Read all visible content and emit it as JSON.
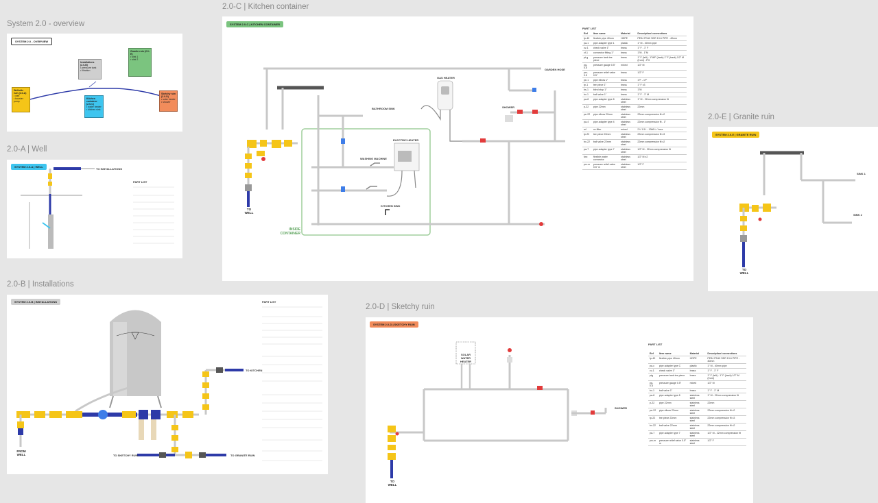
{
  "frames": {
    "overview": {
      "title": "System 2.0 - overview",
      "tag": "SYSTEM 2.0 - OVERVIEW",
      "nodes": {
        "wellside": {
          "title": "Wellside ruin (2.0-A)",
          "items": [
            "• well",
            "• booster pump",
            "• 1” line"
          ]
        },
        "installations": {
          "title": "Installations (2.0-B)",
          "items": [
            "• pressure tank",
            "• filtration",
            "• 1” line"
          ]
        },
        "kitchen": {
          "title": "Kitchen container (2.0-C)",
          "items": [
            "• water heater",
            "• kitchen sink",
            "• shower"
          ]
        },
        "sketchy": {
          "title": "Sketchy ruin (2.0-D)",
          "items": [
            "• solar heater",
            "• shower"
          ]
        },
        "granite": {
          "title": "Granite ruin (2.0-E)",
          "items": [
            "• sink 1",
            "• sink 2"
          ]
        }
      }
    },
    "well": {
      "title": "2.0-A | Well",
      "tag": "SYSTEM 2.0-A | WELL",
      "to_label": "TO INSTALLATIONS",
      "part_list_title": "PART LIST"
    },
    "installations": {
      "title": "2.0-B | Installations",
      "tag": "SYSTEM 2.0-B | INSTALLATIONS",
      "from_well": "FROM WELL",
      "to_kitchen": "TO KITCHEN",
      "to_sketchy": "TO SKETCHY RUIN",
      "to_granite": "TO GRANITE RUIN",
      "part_list_title": "PART LIST"
    },
    "kitchen": {
      "title": "2.0-C | Kitchen container",
      "tag": "SYSTEM 2.0-C | KITCHEN CONTAINER",
      "gas_heater": "GAS HEATER",
      "electric_heater": "ELECTRIC HEATER",
      "washing_machine": "WASHING MACHINE",
      "bathroom_sink": "BATHROOM SINK",
      "kitchen_sink": "KITCHEN SINK",
      "shower": "SHOWER",
      "garden_hose": "GARDEN HOSE",
      "inside_container": "INSIDE\nCONTAINER",
      "well": "TO\nWELL",
      "part_list": {
        "title": "PART LIST",
        "headers": [
          "Ref",
          "Item name",
          "Material",
          "Description/ connections"
        ],
        "rows": [
          [
            "fp-40",
            "flexible pipe 40mm",
            "HDPE",
            "PE34 PN10 SDR 13.6 PIPE - 40mm"
          ],
          [
            "pa-1",
            "pipe adapter type 1",
            "plastic",
            "1” M - 40mm pipe"
          ],
          [
            "cv-1",
            "check valve 1”",
            "brass",
            "1” F - 1” F"
          ],
          [
            "cf-1",
            "connector fitting 1”",
            "brass",
            "1”M - 1”M"
          ],
          [
            "pt-g",
            "pressure tank tee piece",
            "brass",
            "1” F (left) - 1”M/F (back) 1” F (back) 1/2” M (front) - PG"
          ],
          [
            "pg-0.5",
            "pressure gauge 0.5”",
            "mixed",
            "1/2” M"
          ],
          [
            "prv-0.5",
            "pressure relief valve 0.5”",
            "brass",
            "1/2” F"
          ],
          [
            "pe-1",
            "pipe elbow 1”",
            "brass",
            "1”F - 1”F"
          ],
          [
            "tp-1",
            "tee piece 1”",
            "brass",
            "1” F x3"
          ],
          [
            "bs-1",
            "blind stop 1”",
            "brass",
            "1”M"
          ],
          [
            "bv-1",
            "ball valve 1”",
            "brass",
            "1” F - 1” M"
          ],
          [
            "pa-8",
            "pipe adapter type 8",
            "stainless steel",
            "1” M - 22mm compression fit"
          ],
          [
            "p-22",
            "pipe 22mm",
            "stainless steel",
            "22mm"
          ],
          [
            "pe-22",
            "pipe elbow 22mm",
            "stainless steel",
            "22mm compression fit x2"
          ],
          [
            "pa-4",
            "pipe adapter type 4",
            "stainless steel",
            "22mm compression fit - 1”"
          ],
          [
            "wf",
            "uv filter",
            "mixed",
            "2 I/ 1.5 I - 1366 L / hour"
          ],
          [
            "tp-22",
            "tee piece 22mm",
            "stainless steel",
            "22mm compression fit x3"
          ],
          [
            "bv-22",
            "ball valve 22mm",
            "stainless steel",
            "22mm compression fit x2"
          ],
          [
            "pa-7",
            "pipe adapter type 7",
            "stainless steel",
            "1/2” M - 22mm compression fit"
          ],
          [
            "fwc",
            "flexible water connector",
            "stainless steel",
            "1/2” M x2"
          ],
          [
            "prv-m",
            "pressure relief valve 0.5” m",
            "stainless steel",
            "1/2” F"
          ]
        ]
      }
    },
    "sketchy": {
      "title": "2.0-D | Sketchy ruin",
      "tag": "SYSTEM 2.0-D | SKETCHY RUIN",
      "solar_heater": "SOLAR WATER HEATER",
      "shower": "SHOWER",
      "well": "TO\nWELL",
      "part_list": {
        "title": "PART LIST",
        "headers": [
          "Ref",
          "Item name",
          "Material",
          "Description/ connections"
        ],
        "rows": [
          [
            "fp-40",
            "flexible pipe 40mm",
            "HDPE",
            "PE34 PN10 SDR 13.6 PIPE - 40mm"
          ],
          [
            "pa-c",
            "pipe adapter type C",
            "plastic",
            "1” M - 40mm pipe"
          ],
          [
            "cv-1",
            "check valve 1”",
            "brass",
            "1” F - 1” F"
          ],
          [
            "ptg",
            "pressure tank tee piece",
            "brass",
            "1” F (left) - 1” F (back) 1/2” M (front)"
          ],
          [
            "pg-0.5",
            "pressure gauge 0.5”",
            "mixed",
            "1/2” M"
          ],
          [
            "bv-1",
            "ball valve 1”",
            "brass",
            "1” F - 1” M"
          ],
          [
            "pa-8",
            "pipe adapter type 8",
            "stainless steel",
            "1” M - 22mm compression fit"
          ],
          [
            "p-22",
            "pipe 22mm",
            "stainless steel",
            "22mm"
          ],
          [
            "pe-22",
            "pipe elbow 22mm",
            "stainless steel",
            "22mm compression fit x2"
          ],
          [
            "tp-22",
            "tee piece 22mm",
            "stainless steel",
            "22mm compression fit x3"
          ],
          [
            "bv-22",
            "ball valve 22mm",
            "stainless steel",
            "22mm compression fit x2"
          ],
          [
            "pa-7",
            "pipe adapter type 7",
            "stainless steel",
            "1/2” M - 22mm compression fit"
          ],
          [
            "prv-m",
            "pressure relief valve 0.5” m",
            "stainless steel",
            "1/2” F"
          ]
        ]
      }
    },
    "granite": {
      "title": "2.0-E | Granite ruin",
      "tag": "SYSTEM 2.0-E | GRANITE RUIN",
      "sink1": "SINK 1",
      "sink2": "SINK 2",
      "well": "TO\nWELL"
    }
  },
  "colors": {
    "fitting_yellow": "#f5c518",
    "pipe_grey": "#c8c8c8",
    "dark_pipe": "#555555",
    "blue_pipe": "#2d3aa8",
    "cyan_tag": "#3ec5ef",
    "green_tag": "#7bc47f",
    "orange_tag": "#f28c5b",
    "grey_tag": "#cfcfcf",
    "yellow_tag": "#f5c518",
    "red_valve": "#e23b3b",
    "outline_green": "#8ec58a"
  }
}
